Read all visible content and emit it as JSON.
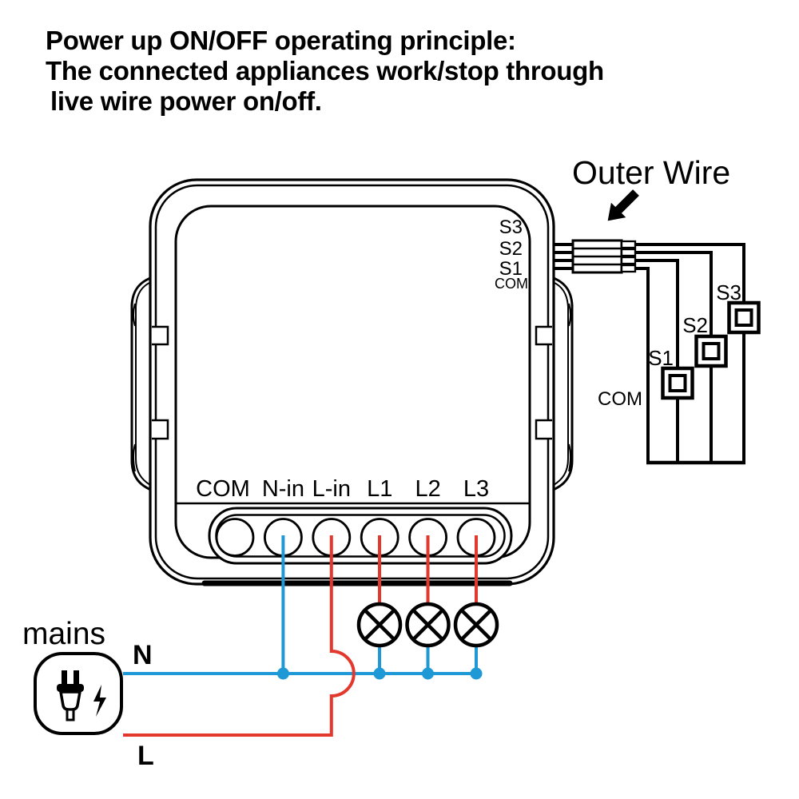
{
  "title": {
    "lines": [
      "Power up ON/OFF operating principle:",
      "The connected appliances work/stop through",
      " live wire power on/off."
    ]
  },
  "device": {
    "port_labels": {
      "s3": "S3",
      "s2": "S2",
      "s1": "S1",
      "com": "COM"
    },
    "terminals": [
      "COM",
      "N-in",
      "L-in",
      "L1",
      "L2",
      "L3"
    ]
  },
  "external_circuit": {
    "outer_wire_label": "Outer Wire",
    "com_label": "COM",
    "switch_labels": [
      "S1",
      "S2",
      "S3"
    ]
  },
  "mains": {
    "label": "mains",
    "neutral_label": "N",
    "live_label": "L"
  },
  "colors": {
    "neutral_wire": "#1F99D6",
    "live_wire": "#E2382D",
    "diagram_line": "#000000"
  }
}
